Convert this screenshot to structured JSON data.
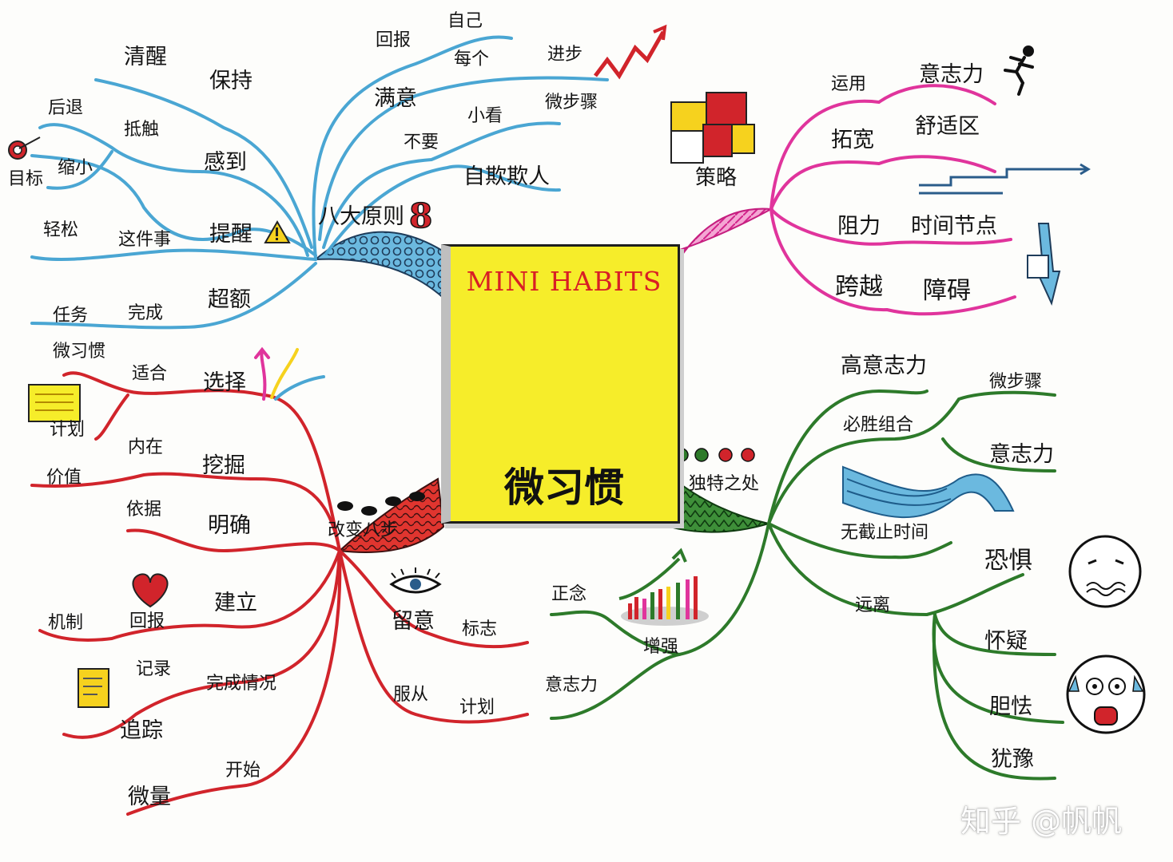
{
  "center": {
    "title": "MINI HABITS",
    "subtitle": "微习惯"
  },
  "colors": {
    "blue": "#4aa6d3",
    "pink": "#e0349c",
    "red": "#d1242b",
    "green": "#2d7a2a",
    "book": "#f6ed2a",
    "clock": "#e07a17"
  },
  "branches": {
    "blue": {
      "main": "八大原则",
      "number": "8",
      "words": {
        "huibao": "回报",
        "ziji": "自己",
        "meige": "每个",
        "jinbu": "进步",
        "manyi": "满意",
        "xiaokan": "小看",
        "weibuzhou": "微步骤",
        "buyao": "不要",
        "zqqr": "自欺欺人",
        "qingxing": "清醒",
        "baochi": "保持",
        "houtui": "后退",
        "dichu": "抵触",
        "suoxiao": "缩小",
        "gandao": "感到",
        "mubiao": "目标",
        "qingsong": "轻松",
        "zhejianshi": "这件事",
        "tixing": "提醒",
        "renwu": "任务",
        "wancheng": "完成",
        "chaoe": "超额"
      }
    },
    "pink": {
      "main": "策略",
      "words": {
        "yunyong": "运用",
        "yizhili": "意志力",
        "tuokuan": "拓宽",
        "shushiqu": "舒适区",
        "zuli": "阻力",
        "shijianjiedian": "时间节点",
        "kuayue": "跨越",
        "zhangai": "障碍"
      }
    },
    "red": {
      "main": "改变八步",
      "words": {
        "weixiguan": "微习惯",
        "jihua_a": "计划",
        "shihe": "适合",
        "xuanze": "选择",
        "jiazhi": "价值",
        "neizai": "内在",
        "wajue": "挖掘",
        "yiju": "依据",
        "mingque": "明确",
        "huibao": "回报",
        "jianli": "建立",
        "jizhi": "机制",
        "liuyi": "留意",
        "biaozhi": "标志",
        "jilu": "记录",
        "wanchengqk": "完成情况",
        "zhuizong": "追踪",
        "fucong": "服从",
        "jihua_b": "计划",
        "weiliang": "微量",
        "kaishi": "开始"
      }
    },
    "green": {
      "main": "独特之处",
      "words": {
        "gaoyizhili": "高意志力",
        "weibuzhou": "微步骤",
        "bishengzuhe": "必胜组合",
        "yizhili_a": "意志力",
        "wujiezhishijian": "无截止时间",
        "yuanli": "远离",
        "kongju": "恐惧",
        "huaiyi": "怀疑",
        "danqie": "胆怯",
        "youyu": "犹豫",
        "zhengnian": "正念",
        "zengqiang": "增强",
        "yizhili_b": "意志力"
      }
    }
  },
  "watermark": "知乎 @帆帆"
}
